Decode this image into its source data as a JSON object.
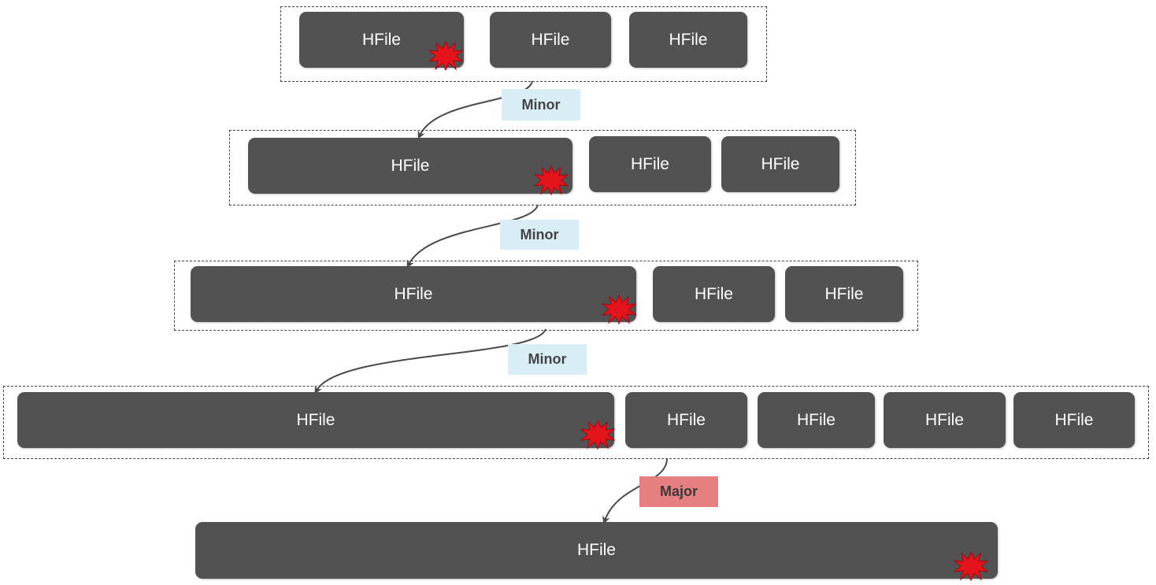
{
  "diagram": {
    "title": "",
    "file_label": "HFile",
    "rows": [
      {
        "files": [
          "HFile",
          "HFile",
          "HFile"
        ]
      },
      {
        "files": [
          "HFile",
          "HFile",
          "HFile"
        ]
      },
      {
        "files": [
          "HFile",
          "HFile",
          "HFile"
        ]
      },
      {
        "files": [
          "HFile",
          "HFile",
          "HFile",
          "HFile",
          "HFile"
        ]
      },
      {
        "files": [
          "HFile"
        ]
      }
    ],
    "compactions": [
      {
        "label": "Minor",
        "type": "minor"
      },
      {
        "label": "Minor",
        "type": "minor"
      },
      {
        "label": "Minor",
        "type": "minor"
      },
      {
        "label": "Major",
        "type": "major"
      }
    ],
    "colors": {
      "hfile": "#525252",
      "minor": "#d9edf4",
      "major": "#e57f80",
      "burst": "#e3141b"
    }
  }
}
